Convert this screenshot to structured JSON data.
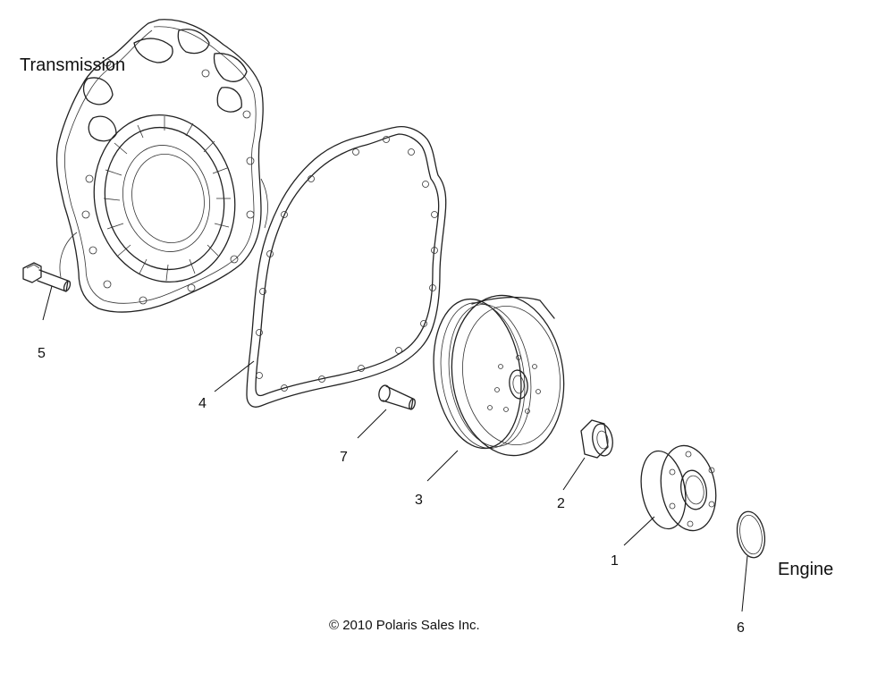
{
  "labels": {
    "transmission": "Transmission",
    "engine": "Engine",
    "copyright": "© 2010 Polaris Sales Inc."
  },
  "callouts": [
    {
      "id": "1",
      "text": "1"
    },
    {
      "id": "2",
      "text": "2"
    },
    {
      "id": "3",
      "text": "3"
    },
    {
      "id": "4",
      "text": "4"
    },
    {
      "id": "5",
      "text": "5"
    },
    {
      "id": "6",
      "text": "6"
    },
    {
      "id": "7",
      "text": "7"
    }
  ]
}
